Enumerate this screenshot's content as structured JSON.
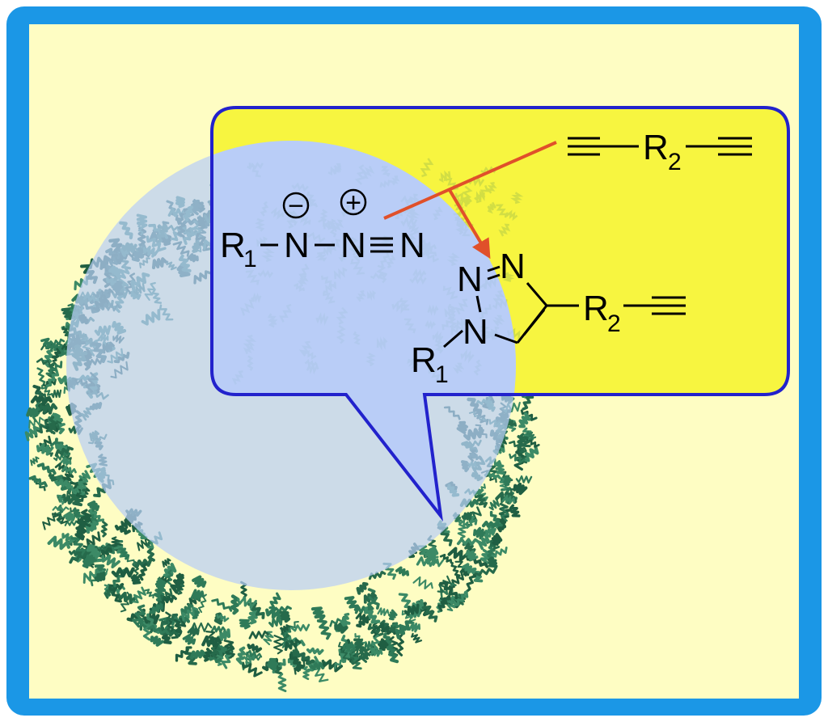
{
  "colors": {
    "frame": "#1b97e6",
    "background": "#fefdc3",
    "callout_fill": "#f7f540",
    "callout_stroke": "#2222cc",
    "cavity": "#b9cdf6",
    "protein": "#2f7a58",
    "arrow": "#e0502a",
    "bond": "#000000"
  },
  "icons": {
    "protein_cage": "protein-cage-ribbon-icon",
    "reaction_arrow": "arrow-icon",
    "negative_charge": "minus-circle-icon",
    "positive_charge": "plus-circle-icon"
  },
  "azide": {
    "r_group": "R",
    "r_sub": "1",
    "n1": "N",
    "n2": "N",
    "n3": "N",
    "charge_neg": "−",
    "charge_pos": "+"
  },
  "dialkyne": {
    "r_group": "R",
    "r_sub": "2"
  },
  "triazole": {
    "n1": "N",
    "n2": "N",
    "n3": "N",
    "r1_group": "R",
    "r1_sub": "1",
    "r2_group": "R",
    "r2_sub": "2"
  }
}
